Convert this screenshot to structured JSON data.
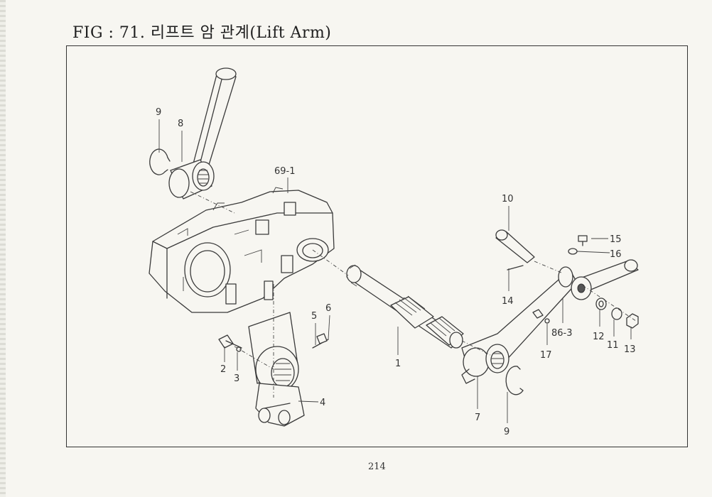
{
  "title": "FIG : 71. 리프트 암 관계(Lift Arm)",
  "page_number": "214",
  "callouts": [
    {
      "label": "9"
    },
    {
      "label": "8"
    },
    {
      "label": "69-1"
    },
    {
      "label": "10"
    },
    {
      "label": "15"
    },
    {
      "label": "16"
    },
    {
      "label": "14"
    },
    {
      "label": "86-3"
    },
    {
      "label": "12"
    },
    {
      "label": "11"
    },
    {
      "label": "13"
    },
    {
      "label": "17"
    },
    {
      "label": "5"
    },
    {
      "label": "6"
    },
    {
      "label": "2"
    },
    {
      "label": "3"
    },
    {
      "label": "1"
    },
    {
      "label": "4"
    },
    {
      "label": "7"
    },
    {
      "label": "9"
    }
  ]
}
